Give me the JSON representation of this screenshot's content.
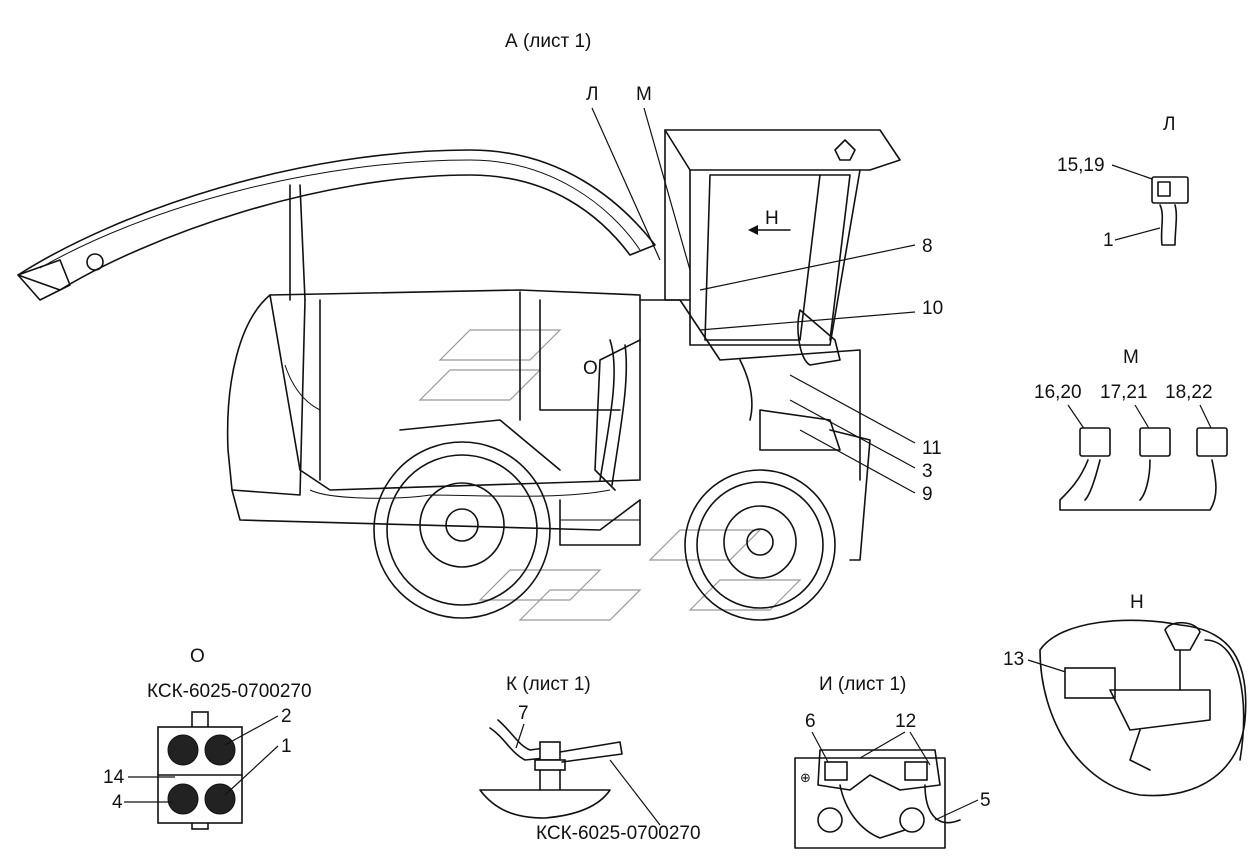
{
  "views": {
    "main_title": "А (лист 1)",
    "L_title": "Л",
    "M_title": "М",
    "N_title": "Н",
    "O_title": "О",
    "K_title": "К (лист 1)",
    "I_title": "И (лист 1)"
  },
  "main_callouts": {
    "L": "Л",
    "M": "М",
    "N_arrow": "Н",
    "O_mark": "О",
    "c8": "8",
    "c10": "10",
    "c11": "11",
    "c3": "3",
    "c9": "9"
  },
  "detail_L": {
    "c15_19": "15,19",
    "c1": "1"
  },
  "detail_M": {
    "c16_20": "16,20",
    "c17_21": "17,21",
    "c18_22": "18,22"
  },
  "detail_N": {
    "c13": "13"
  },
  "detail_O": {
    "part_number": "КСК-6025-0700270",
    "c2": "2",
    "c1": "1",
    "c14": "14",
    "c4": "4"
  },
  "detail_K": {
    "c7": "7",
    "part_number": "КСК-6025-0700270"
  },
  "detail_I": {
    "c6": "6",
    "c12": "12",
    "c5": "5"
  }
}
